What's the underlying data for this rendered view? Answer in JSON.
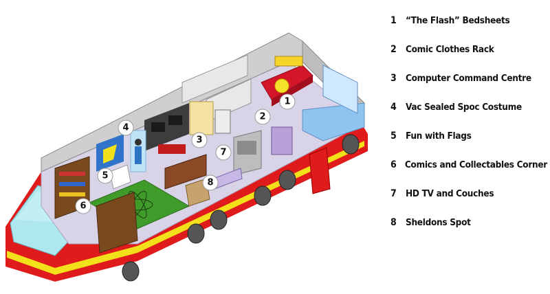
{
  "legend": [
    {
      "num": "1",
      "label": "“The Flash” Bedsheets"
    },
    {
      "num": "2",
      "label": "Comic Clothes Rack"
    },
    {
      "num": "3",
      "label": "Computer Command Centre"
    },
    {
      "num": "4",
      "label": "Vac Sealed Spoc Costume"
    },
    {
      "num": "5",
      "label": "Fun with Flags"
    },
    {
      "num": "6",
      "label": "Comics and Collectables Corner"
    },
    {
      "num": "7",
      "label": "HD TV and Couches"
    },
    {
      "num": "8",
      "label": "Sheldons Spot"
    }
  ],
  "markers": [
    "1",
    "2",
    "3",
    "4",
    "5",
    "6",
    "7",
    "8"
  ],
  "colors": {
    "body_red": "#e01b1b",
    "stripe_yellow": "#f2e01a",
    "floor": "#d9d3e8",
    "wall": "#c9c9c9",
    "rug_green": "#3f9b2a",
    "glass": "#aee7ee",
    "wheel": "#555555"
  }
}
